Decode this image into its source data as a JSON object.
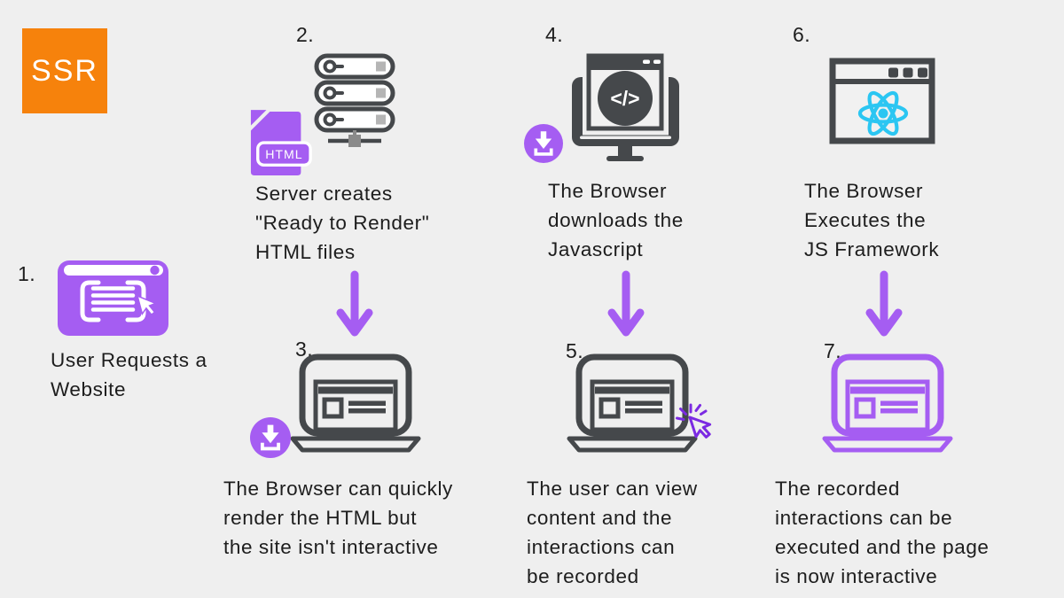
{
  "badge": {
    "label": "SSR"
  },
  "steps": {
    "s1": {
      "num": "1.",
      "caption": "User Requests a\nWebsite"
    },
    "s2": {
      "num": "2.",
      "caption": "Server creates\n\"Ready to Render\"\nHTML files"
    },
    "s3": {
      "num": "3.",
      "caption": "The Browser can quickly\nrender the HTML but\nthe site isn't interactive"
    },
    "s4": {
      "num": "4.",
      "caption": "The Browser\ndownloads the\nJavascript"
    },
    "s5": {
      "num": "5.",
      "caption": "The user can view\ncontent and the\ninteractions can\nbe recorded"
    },
    "s6": {
      "num": "6.",
      "caption": "The Browser\nExecutes the\nJS Framework"
    },
    "s7": {
      "num": "7.",
      "caption": "The recorded\ninteractions can be\nexecuted and the page\nis now interactive"
    }
  },
  "icons": {
    "html_label": "HTML",
    "code_glyph": "</>",
    "names": [
      "browser-request-icon",
      "server-stack-icon",
      "html-file-icon",
      "download-badge-icon",
      "laptop-render-icon",
      "monitor-code-icon",
      "laptop-view-icon",
      "cursor-click-icon",
      "react-browser-icon",
      "laptop-interactive-icon",
      "arrow-down-icon"
    ]
  },
  "colors": {
    "bg": "#efefef",
    "purple": "#a55df2",
    "cursorPurple": "#7b2ae2",
    "dark": "#45484b",
    "graySquare": "#b5b5b5",
    "midGray": "#8a8a8a",
    "orange": "#f6820c",
    "cyan": "#2bc6f2",
    "text": "#1d1d1d"
  }
}
